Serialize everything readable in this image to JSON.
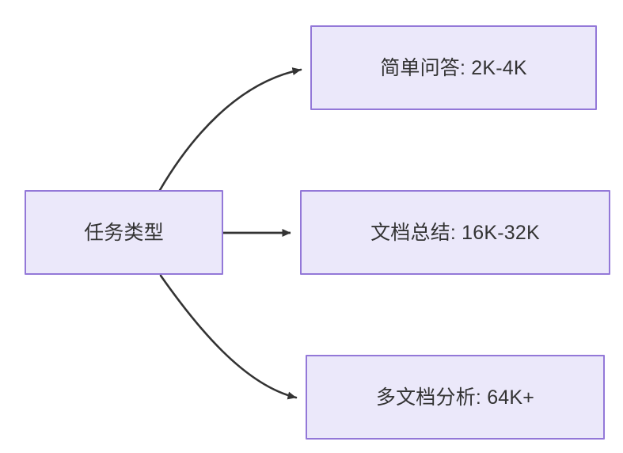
{
  "diagram": {
    "type": "flowchart",
    "direction": "left-to-right",
    "background_color": "#ffffff",
    "node_fill_color": "#ebe8fa",
    "node_border_color": "#9378d8",
    "node_text_color": "#333333",
    "edge_color": "#333333",
    "nodes": [
      {
        "id": "source",
        "label": "任务类型"
      },
      {
        "id": "simple_qa",
        "label": "简单问答: 2K-4K"
      },
      {
        "id": "doc_summary",
        "label": "文档总结: 16K-32K"
      },
      {
        "id": "multi_doc",
        "label": "多文档分析: 64K+"
      }
    ],
    "edges": [
      {
        "from": "source",
        "to": "simple_qa",
        "style": "curved",
        "arrow": "triangle"
      },
      {
        "from": "source",
        "to": "doc_summary",
        "style": "straight",
        "arrow": "triangle"
      },
      {
        "from": "source",
        "to": "multi_doc",
        "style": "curved",
        "arrow": "triangle"
      }
    ]
  }
}
